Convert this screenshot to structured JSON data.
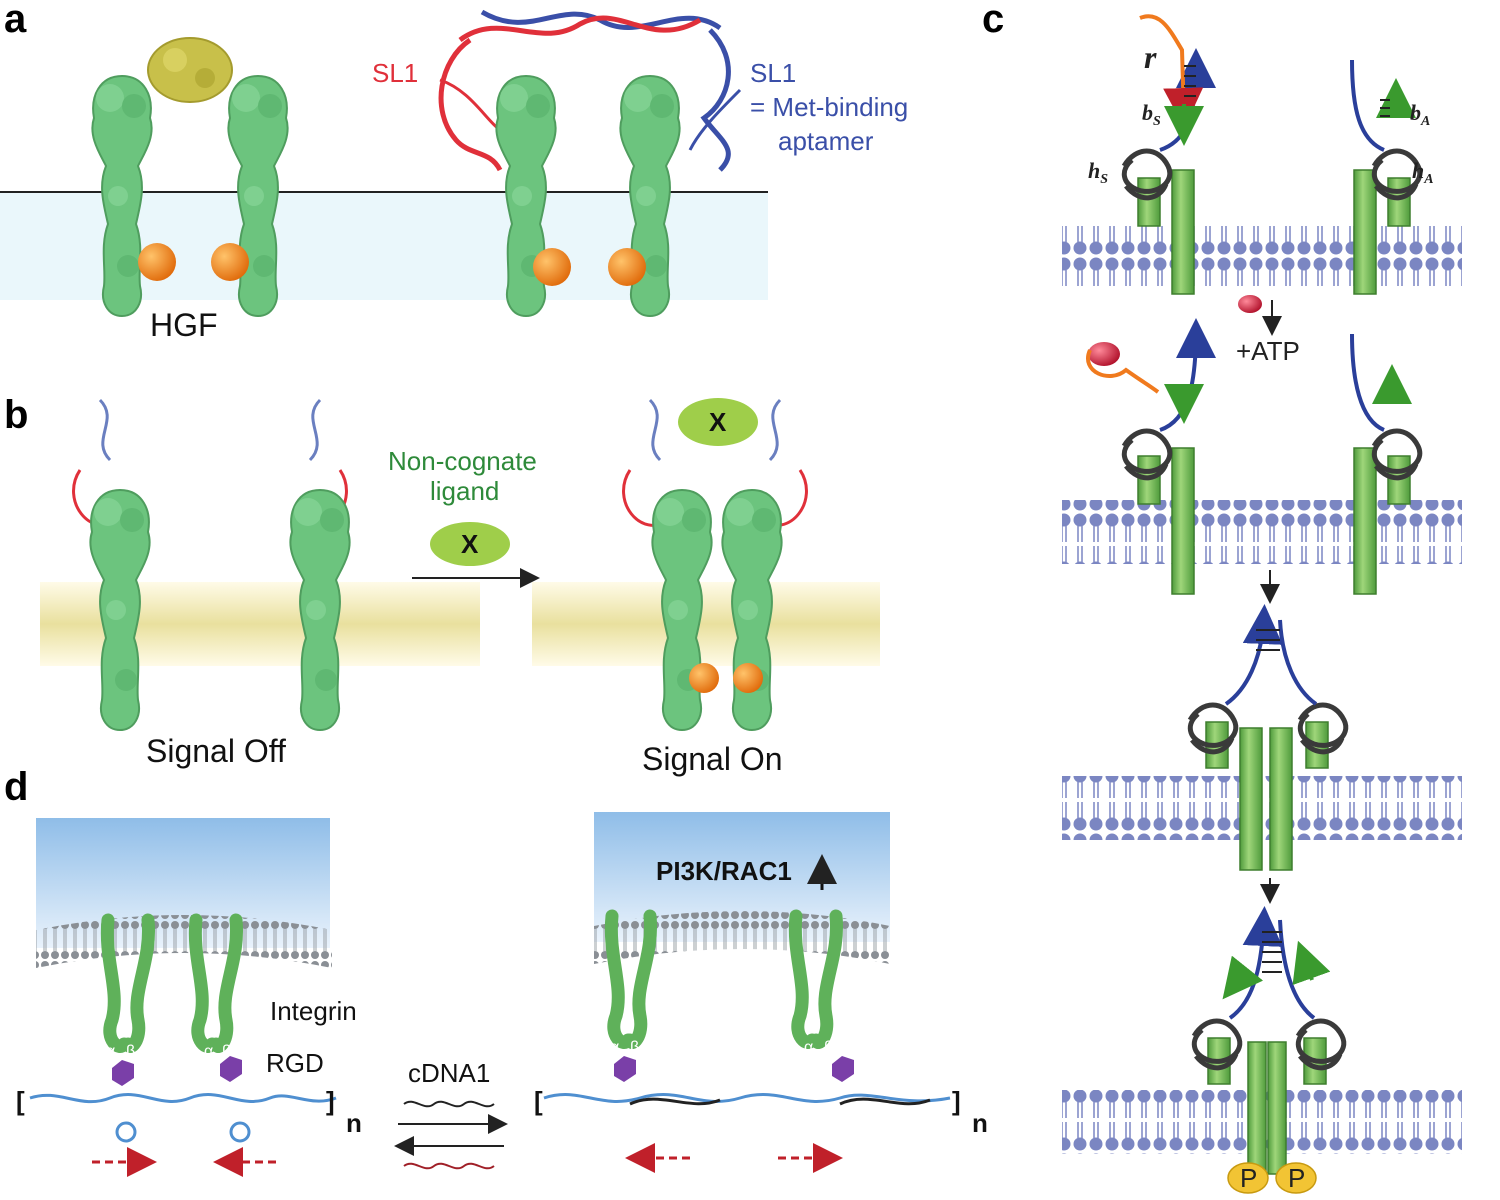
{
  "panels": {
    "a": "a",
    "b": "b",
    "c": "c",
    "d": "d"
  },
  "panel_a": {
    "caption_left": "HGF",
    "sl1_red": "SL1",
    "sl1_blue": "SL1",
    "aptamer_line1": "= Met-binding",
    "aptamer_line2": "aptamer"
  },
  "panel_b": {
    "caption_left": "Signal Off",
    "caption_right": "Signal On",
    "ligand_line1": "Non-cognate",
    "ligand_line2": "ligand",
    "ligand_symbol": "X"
  },
  "panel_c": {
    "r": "r",
    "bs": "b",
    "bs_sub": "S",
    "hs": "h",
    "hs_sub": "S",
    "ba": "b",
    "ba_sub": "A",
    "ha": "h",
    "ha_sub": "A",
    "atp": "+ATP",
    "phospho": "P"
  },
  "panel_d": {
    "integrin": "Integrin",
    "rgd": "RGD",
    "cdna": "cDNA1",
    "pathway": "PI3K/RAC1",
    "repeat": "n",
    "alpha": "α",
    "beta": "β",
    "bracket_open": "[",
    "bracket_close": "]"
  },
  "colors": {
    "protein": "#6cc47e",
    "orange": "#f28a1e",
    "red_dna": "#e0303a",
    "blue_dna": "#3a4fa8",
    "ligand": "#9fce4a",
    "membrane": "#7b86c2",
    "sky": "#a9cdef"
  }
}
